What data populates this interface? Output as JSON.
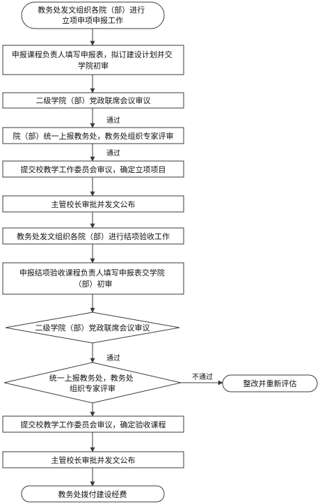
{
  "flowchart": {
    "nodes": [
      {
        "id": "n1",
        "lines": [
          "教务处发文组织各院（部）进行",
          "立项申项申报工作"
        ]
      },
      {
        "id": "n2",
        "lines": [
          "申报课程负责人填写申报表，拟订建设计划并交",
          "学院初审"
        ]
      },
      {
        "id": "n3",
        "lines": [
          "二级学院（部）党政联席会议审议"
        ]
      },
      {
        "id": "n4",
        "lines": [
          "院（部）统一上报教务处，教务处组织专家评审"
        ]
      },
      {
        "id": "n5",
        "lines": [
          "提交校教学工作委员会审议，确定立项项目"
        ]
      },
      {
        "id": "n6",
        "lines": [
          "主管校长审批并发文公布"
        ]
      },
      {
        "id": "n7",
        "lines": [
          "教务处发文组织各院（部）进行结项验收工作"
        ]
      },
      {
        "id": "n8",
        "lines": [
          "申报结项验收课程负责人填写申报表交学院",
          "（部）初审"
        ]
      },
      {
        "id": "n9",
        "lines": [
          "二级学院（部）党政联席会议审议"
        ]
      },
      {
        "id": "n10",
        "lines": [
          "统一上报教务处，教务处",
          "组织专家评审"
        ]
      },
      {
        "id": "n11",
        "lines": [
          "整改并重新评估"
        ]
      },
      {
        "id": "n12",
        "lines": [
          "提交校教学工作委员会审议，确定验收课程"
        ]
      },
      {
        "id": "n13",
        "lines": [
          "主管校长审批并发文公布"
        ]
      },
      {
        "id": "n14",
        "lines": [
          "教务处拨付建设经费"
        ]
      }
    ],
    "edge_labels": {
      "pass_1": "通过",
      "pass_2": "通过",
      "pass_3": "通过",
      "fail": "不通过"
    }
  }
}
